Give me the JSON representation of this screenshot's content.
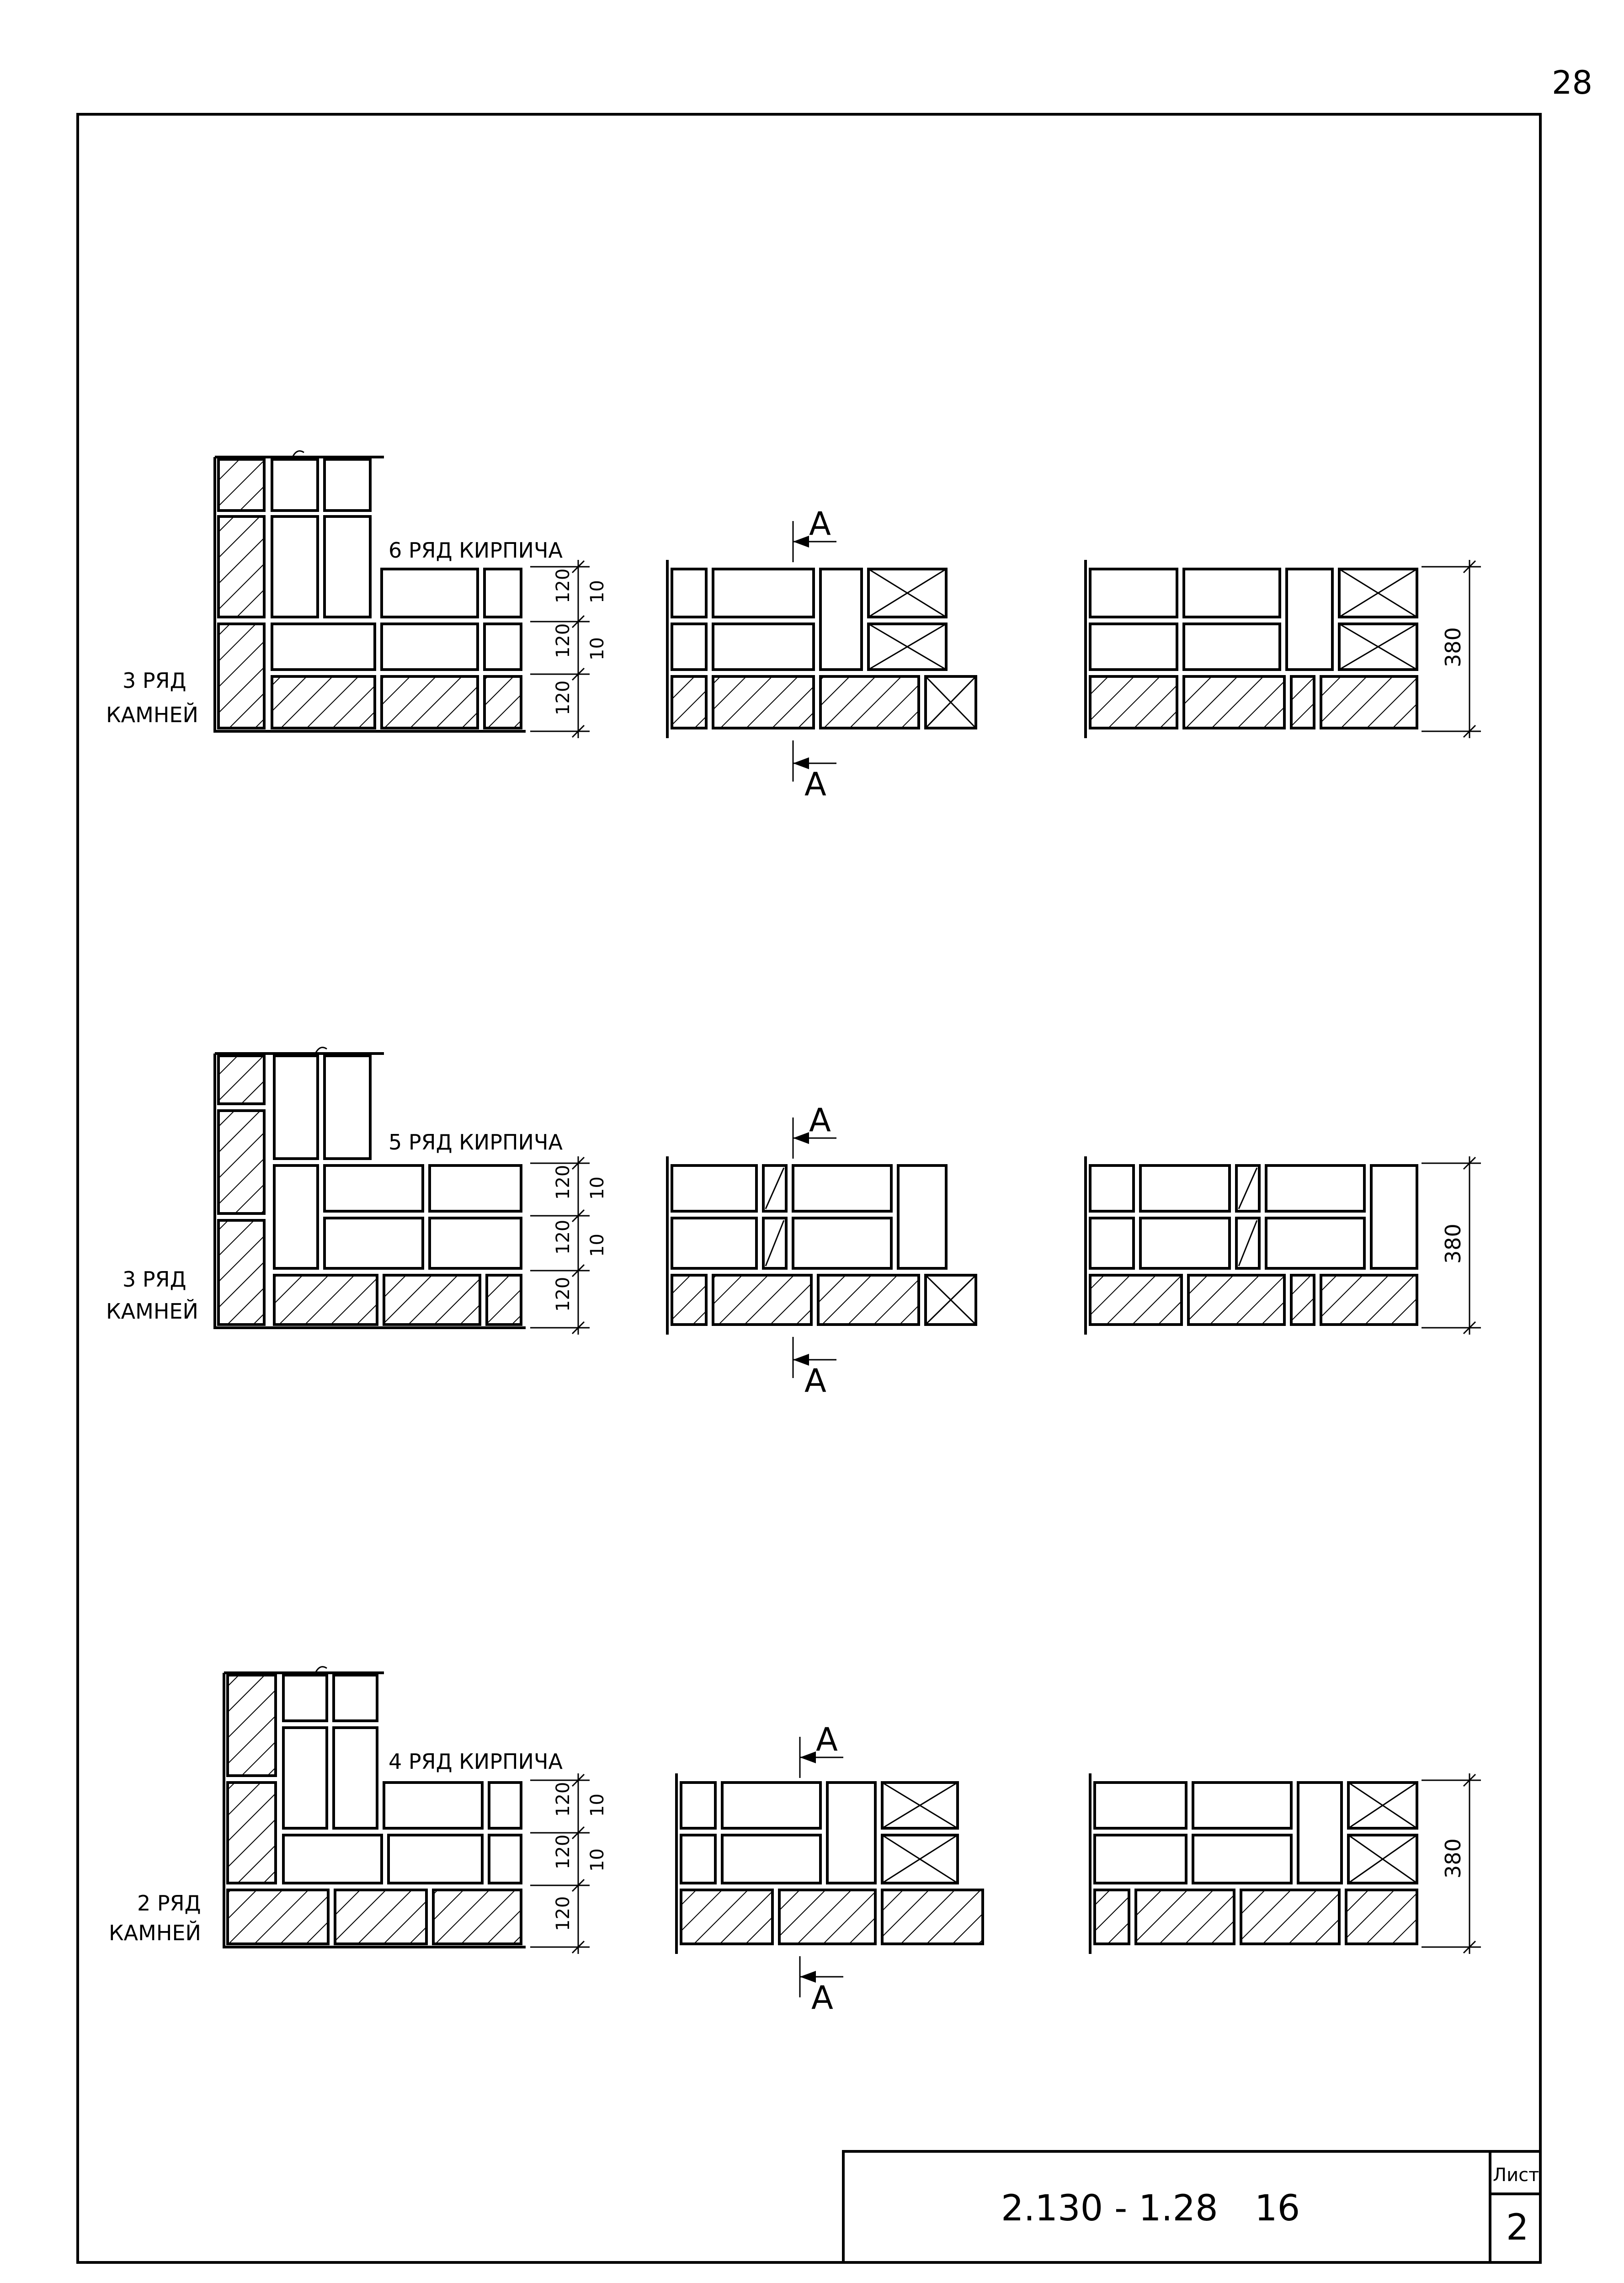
{
  "page_number": "28",
  "title_block": {
    "code": "2.130 - 1.28",
    "issue": "16",
    "sheet_label": "Лист",
    "sheet_number": "2"
  },
  "section_label": "A",
  "groups": [
    {
      "row_label": "6 РЯД КИРПИЧА",
      "stone_label_line1": "3 РЯД",
      "stone_label_line2": "КАМНЕЙ",
      "dims": [
        "120",
        "10",
        "120",
        "10",
        "120"
      ],
      "total_dim": "380"
    },
    {
      "row_label": "5 РЯД КИРПИЧА",
      "stone_label_line1": "3 РЯД",
      "stone_label_line2": "КАМНЕЙ",
      "dims": [
        "120",
        "10",
        "120",
        "10",
        "120"
      ],
      "total_dim": "380"
    },
    {
      "row_label": "4 РЯД КИРПИЧА",
      "stone_label_line1": "2 РЯД",
      "stone_label_line2": "КАМНЕЙ",
      "dims": [
        "120",
        "10",
        "120",
        "10",
        "120"
      ],
      "total_dim": "380"
    }
  ]
}
